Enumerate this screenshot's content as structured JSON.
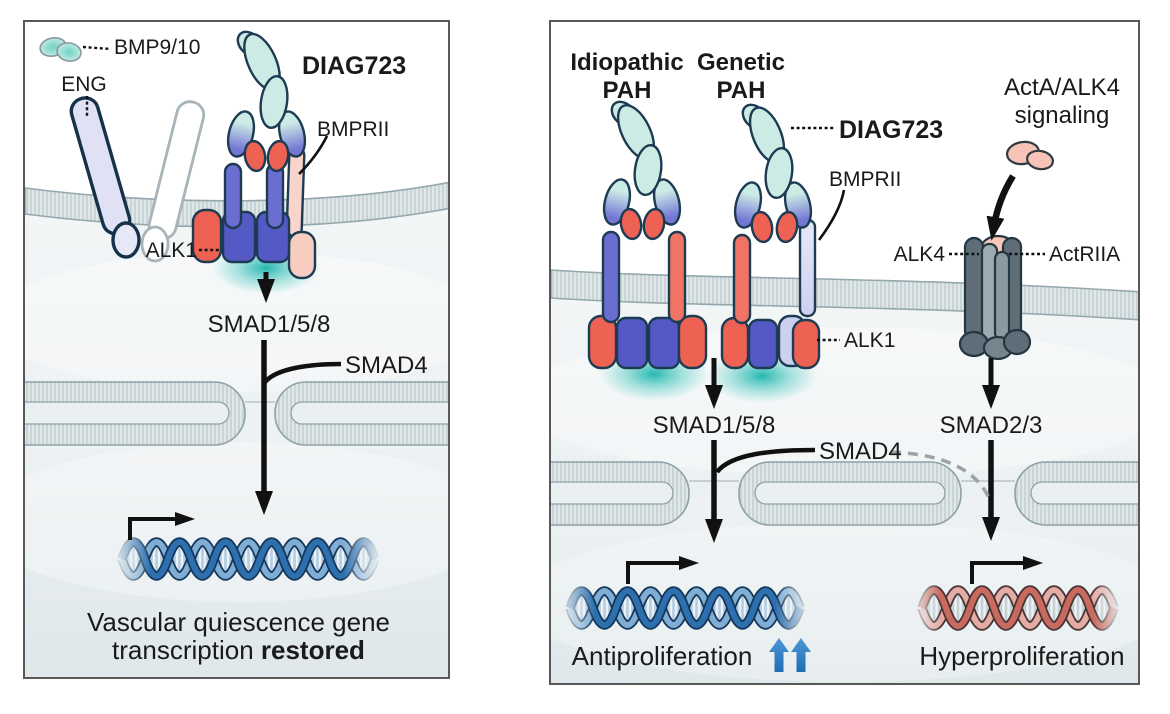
{
  "colors": {
    "panel_border": "#585858",
    "text": "#1a1a1a",
    "teal_ligand": "#a9e0d8",
    "teal_light": "#cdebe5",
    "receptor_blue": "#6a6ed0",
    "receptor_blue_deep": "#5559c6",
    "receptor_red": "#ee6254",
    "receptor_salmon": "#ef7466",
    "receptor_pink": "#f8d4ca",
    "receptor_lavender": "#e0e1f5",
    "receptor_pale_lavender": "#ccd0ef",
    "receptor_gray_dark": "#5e6d77",
    "receptor_gray_light": "#9dabb2",
    "outline_navy": "#1d3b52",
    "membrane_fill": "#dfe7e9",
    "membrane_line": "#93a7ad",
    "glow_teal": "#12b2a8",
    "dna_blue": "#2e6fae",
    "dna_blue_light": "#7fadd3",
    "dna_red": "#c96a5e",
    "dna_red_light": "#e3aca4",
    "arrow_black": "#111111",
    "up_arrow_blue": "#2b7ac1",
    "dashed_gray": "#99a3a8"
  },
  "left": {
    "bmp_label": "BMP9/10",
    "eng_label": "ENG",
    "title": "DIAG723",
    "bmprii_label": "BMPRII",
    "alk1_label": "ALK1",
    "smad158_label": "SMAD1/5/8",
    "smad4_label": "SMAD4",
    "caption_line1": "Vascular quiescence gene",
    "caption_prefix": "transcription ",
    "caption_bold": "restored"
  },
  "right": {
    "idiopathic_line1": "Idiopathic",
    "idiopathic_line2": "PAH",
    "genetic_line1": "Genetic",
    "genetic_line2": "PAH",
    "diag_label": "DIAG723",
    "bmprii_label": "BMPRII",
    "acta_line1": "ActA/ALK4",
    "acta_line2": "signaling",
    "alk4_label": "ALK4",
    "actriia_label": "ActRIIA",
    "alk1_label": "ALK1",
    "smad158_label": "SMAD1/5/8",
    "smad23_label": "SMAD2/3",
    "smad4_label": "SMAD4",
    "antiproliferation_label": "Antiproliferation",
    "hyperproliferation_label": "Hyperproliferation"
  }
}
